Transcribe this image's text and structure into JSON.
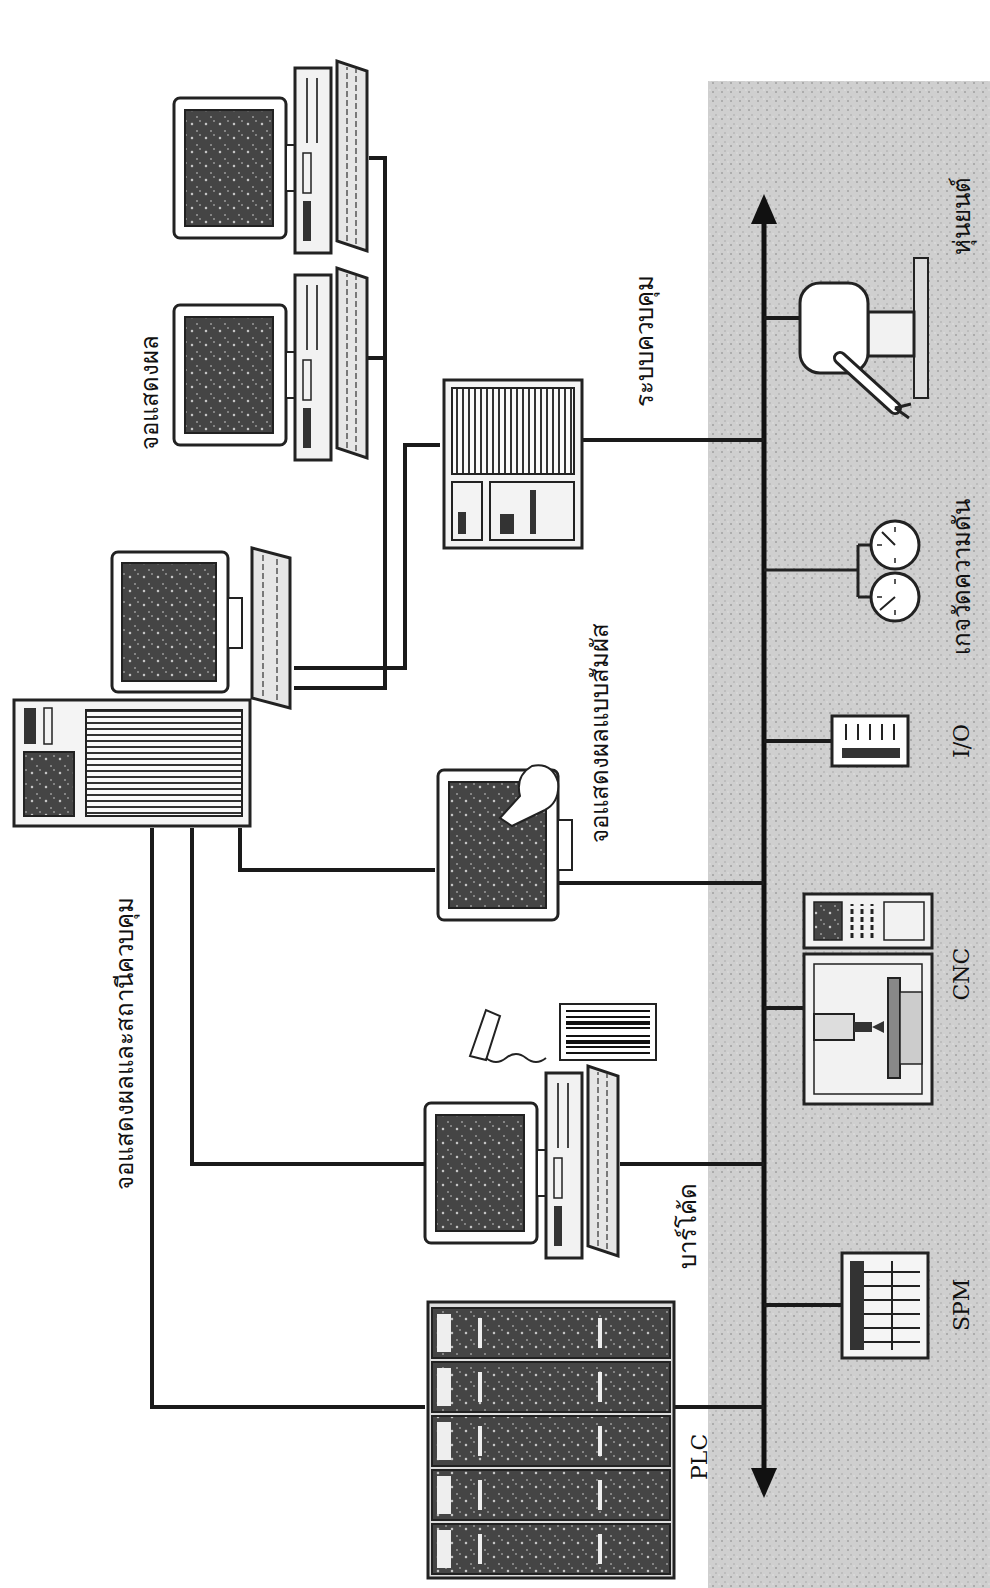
{
  "diagram": {
    "nodes": [
      {
        "text": [
          "จอแสดงผลและสถานีควบคุม"
        ]
      },
      {
        "text": [
          "จอแสดงผล"
        ]
      },
      {
        "text": [
          "ระบบควบคุม"
        ]
      },
      {
        "text": [
          "จอแสดงผลแบบสัมผัส"
        ]
      },
      {
        "text": [
          "บาร์โค้ด"
        ]
      },
      {
        "text": [
          "PLC"
        ]
      },
      {
        "text": [
          "SPM"
        ]
      },
      {
        "text": [
          "CNC"
        ]
      },
      {
        "text": [
          "I/O"
        ]
      },
      {
        "text": [
          "เกจวัดความดัน"
        ]
      },
      {
        "text": [
          "หุ่นยนต์"
        ]
      }
    ],
    "edges": [
      {
        "from": 0,
        "to": 1,
        "arrow": "none"
      },
      {
        "from": 0,
        "to": 2,
        "arrow": "none"
      },
      {
        "from": 0,
        "to": 3,
        "arrow": "none"
      },
      {
        "from": 0,
        "to": 4,
        "arrow": "none"
      },
      {
        "from": 0,
        "to": 5,
        "arrow": "none"
      }
    ]
  }
}
